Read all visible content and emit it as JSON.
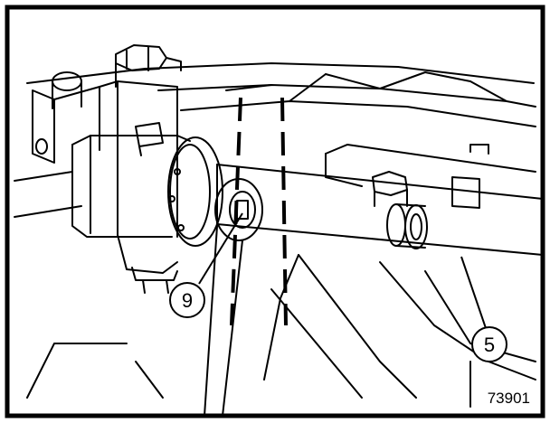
{
  "diagram": {
    "callouts": [
      {
        "id": "callout-9",
        "label": "9"
      },
      {
        "id": "callout-5",
        "label": "5"
      }
    ],
    "reference_number": "73901",
    "colors": {
      "line": "#000000",
      "background": "#ffffff"
    }
  }
}
